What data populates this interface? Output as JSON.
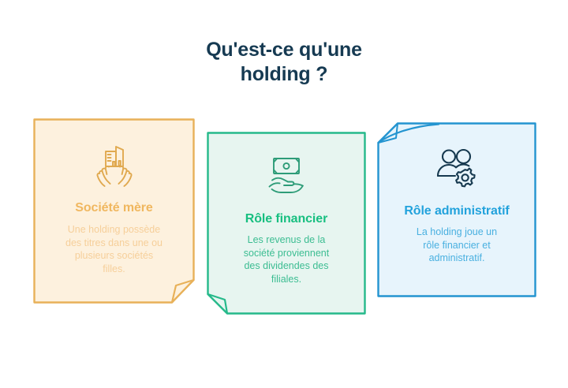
{
  "page": {
    "title": "Qu'est-ce qu'une\nholding ?",
    "background_color": "#ffffff"
  },
  "cards": [
    {
      "id": "societe-mere",
      "title": "Société mère",
      "body": "Une holding possède\ndes titres dans une ou\nplusieurs sociétés\nfilles.",
      "icon": "hands-holding-buildings-icon",
      "theme": {
        "fill": "#fdf1de",
        "border": "#e8b159",
        "title_color": "#f0b75f",
        "body_color": "#f6cf9a",
        "icon_color": "#e0a94f"
      },
      "corner_fold": "bottom-right"
    },
    {
      "id": "role-financier",
      "title": "Rôle financier",
      "body": "Les revenus de la\nsociété proviennent\ndes dividendes des\nfiliales.",
      "icon": "hand-holding-banknote-icon",
      "theme": {
        "fill": "#e7f5f0",
        "border": "#25b98a",
        "title_color": "#17bf80",
        "body_color": "#3cbd92",
        "icon_color": "#2e9c78"
      },
      "corner_fold": "bottom-left"
    },
    {
      "id": "role-administratif",
      "title": "Rôle administratif",
      "body": "La holding joue un\nrôle financier et\nadministratif.",
      "icon": "users-gear-icon",
      "theme": {
        "fill": "#e7f4fc",
        "border": "#2394d0",
        "title_color": "#22a2dc",
        "body_color": "#49b0e0",
        "icon_color": "#16394f"
      },
      "corner_fold": "top-left"
    }
  ]
}
